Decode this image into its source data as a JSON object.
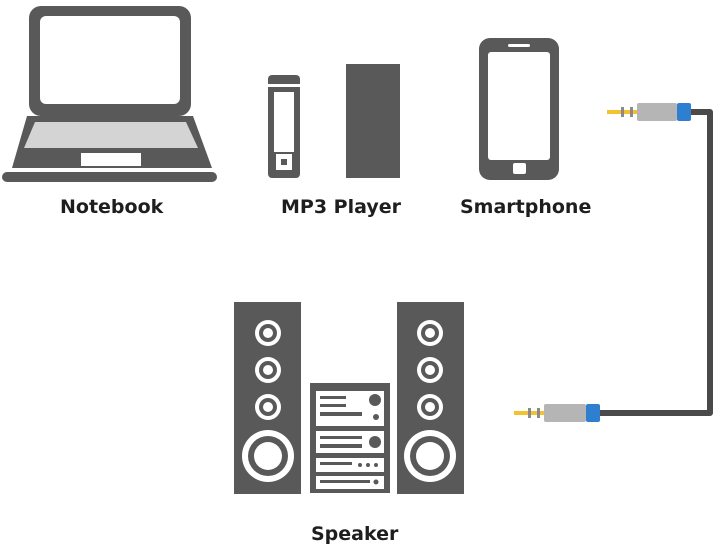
{
  "devices": {
    "notebook": {
      "label": "Notebook"
    },
    "mp3_player": {
      "label": "MP3 Player"
    },
    "smartphone": {
      "label": "Smartphone"
    },
    "speaker": {
      "label": "Speaker"
    }
  },
  "colors": {
    "device": "#595959",
    "device_light": "#cfcfcf",
    "cable": "#4a4a4a",
    "plug_gold": "#f2c230",
    "plug_silver": "#b5b5b5",
    "plug_blue": "#2f7fd0"
  },
  "cable": {
    "connector": "3.5mm-aux-plug-icon"
  }
}
